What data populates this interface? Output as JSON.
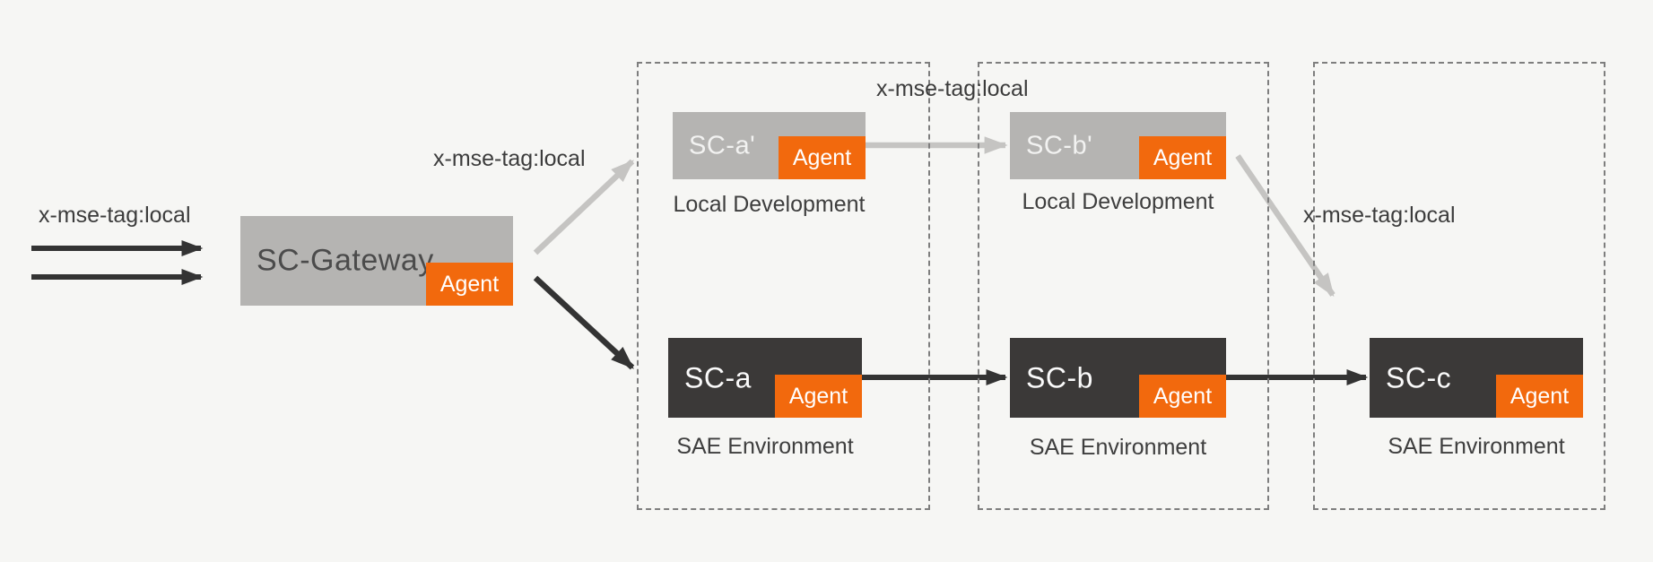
{
  "diagram": {
    "title_hint": "MSE tag-based routing between SAE environments and local development",
    "tags": {
      "left": "x-mse-tag:local",
      "gateway_to_local": "x-mse-tag:local",
      "local_a_to_local_b": "x-mse-tag:local",
      "local_b_to_sae_c": "x-mse-tag:local"
    },
    "nodes": {
      "gateway": {
        "name": "SC-Gateway",
        "badge": "Agent"
      },
      "sc_a_prime": {
        "name": "SC-a'",
        "badge": "Agent"
      },
      "sc_b_prime": {
        "name": "SC-b'",
        "badge": "Agent"
      },
      "sc_a": {
        "name": "SC-a",
        "badge": "Agent"
      },
      "sc_b": {
        "name": "SC-b",
        "badge": "Agent"
      },
      "sc_c": {
        "name": "SC-c",
        "badge": "Agent"
      }
    },
    "env_labels": {
      "local_dev_1": "Local Development",
      "local_dev_2": "Local Development",
      "sae_1": "SAE Environment",
      "sae_2": "SAE Environment",
      "sae_3": "SAE Environment"
    },
    "colors": {
      "background": "#f6f6f4",
      "node_gray": "#b5b4b2",
      "node_dark": "#3b3938",
      "agent_orange": "#f2690d",
      "text_dark": "#3c3c3c",
      "text_light": "#fafafa",
      "arrow_dark": "#333333",
      "arrow_gray": "#c5c4c2",
      "dashed_border": "#7e7e7e"
    }
  }
}
